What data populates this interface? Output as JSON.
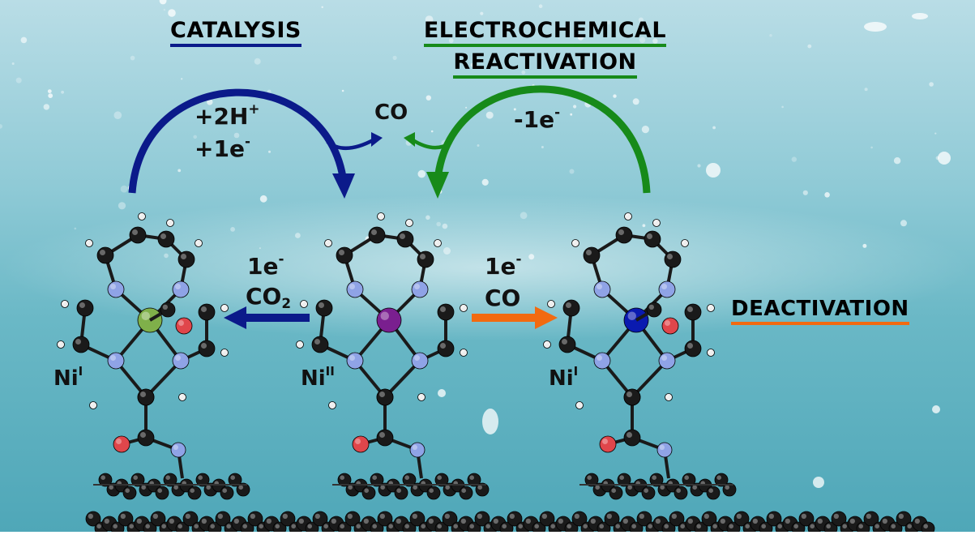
{
  "headings": {
    "catalysis": "CATALYSIS",
    "reactivation_line1": "ELECTROCHEMICAL",
    "reactivation_line2": "REACTIVATION",
    "deactivation": "DEACTIVATION"
  },
  "labels": {
    "proton_plus": "+2H",
    "proton_sup": "+",
    "electron_plus": "+1e",
    "electron_plus_sup": "-",
    "co_top": "CO",
    "electron_minus": "-1e",
    "electron_minus_sup": "-",
    "left_arrow_e": "1e",
    "left_arrow_e_sup": "-",
    "left_arrow_co2": "CO",
    "left_arrow_co2_sub": "2",
    "right_arrow_e": "1e",
    "right_arrow_e_sup": "-",
    "right_arrow_co": "CO"
  },
  "complexes": [
    {
      "metal": "Ni",
      "ox": "I"
    },
    {
      "metal": "Ni",
      "ox": "II"
    },
    {
      "metal": "Ni",
      "ox": "I"
    }
  ],
  "colors": {
    "catalysis": "#0b1a8a",
    "reactivation": "#178a1a",
    "deactivation": "#f26a10",
    "ni_catalysis": "#7fb04a",
    "ni_center": "#7a1f8f",
    "ni_deactivated": "#0a1ab0",
    "carbon": "#1a1a1a",
    "nitrogen": "#8fa3e6",
    "oxygen": "#e0464b",
    "hydrogen": "#eeeeee"
  }
}
